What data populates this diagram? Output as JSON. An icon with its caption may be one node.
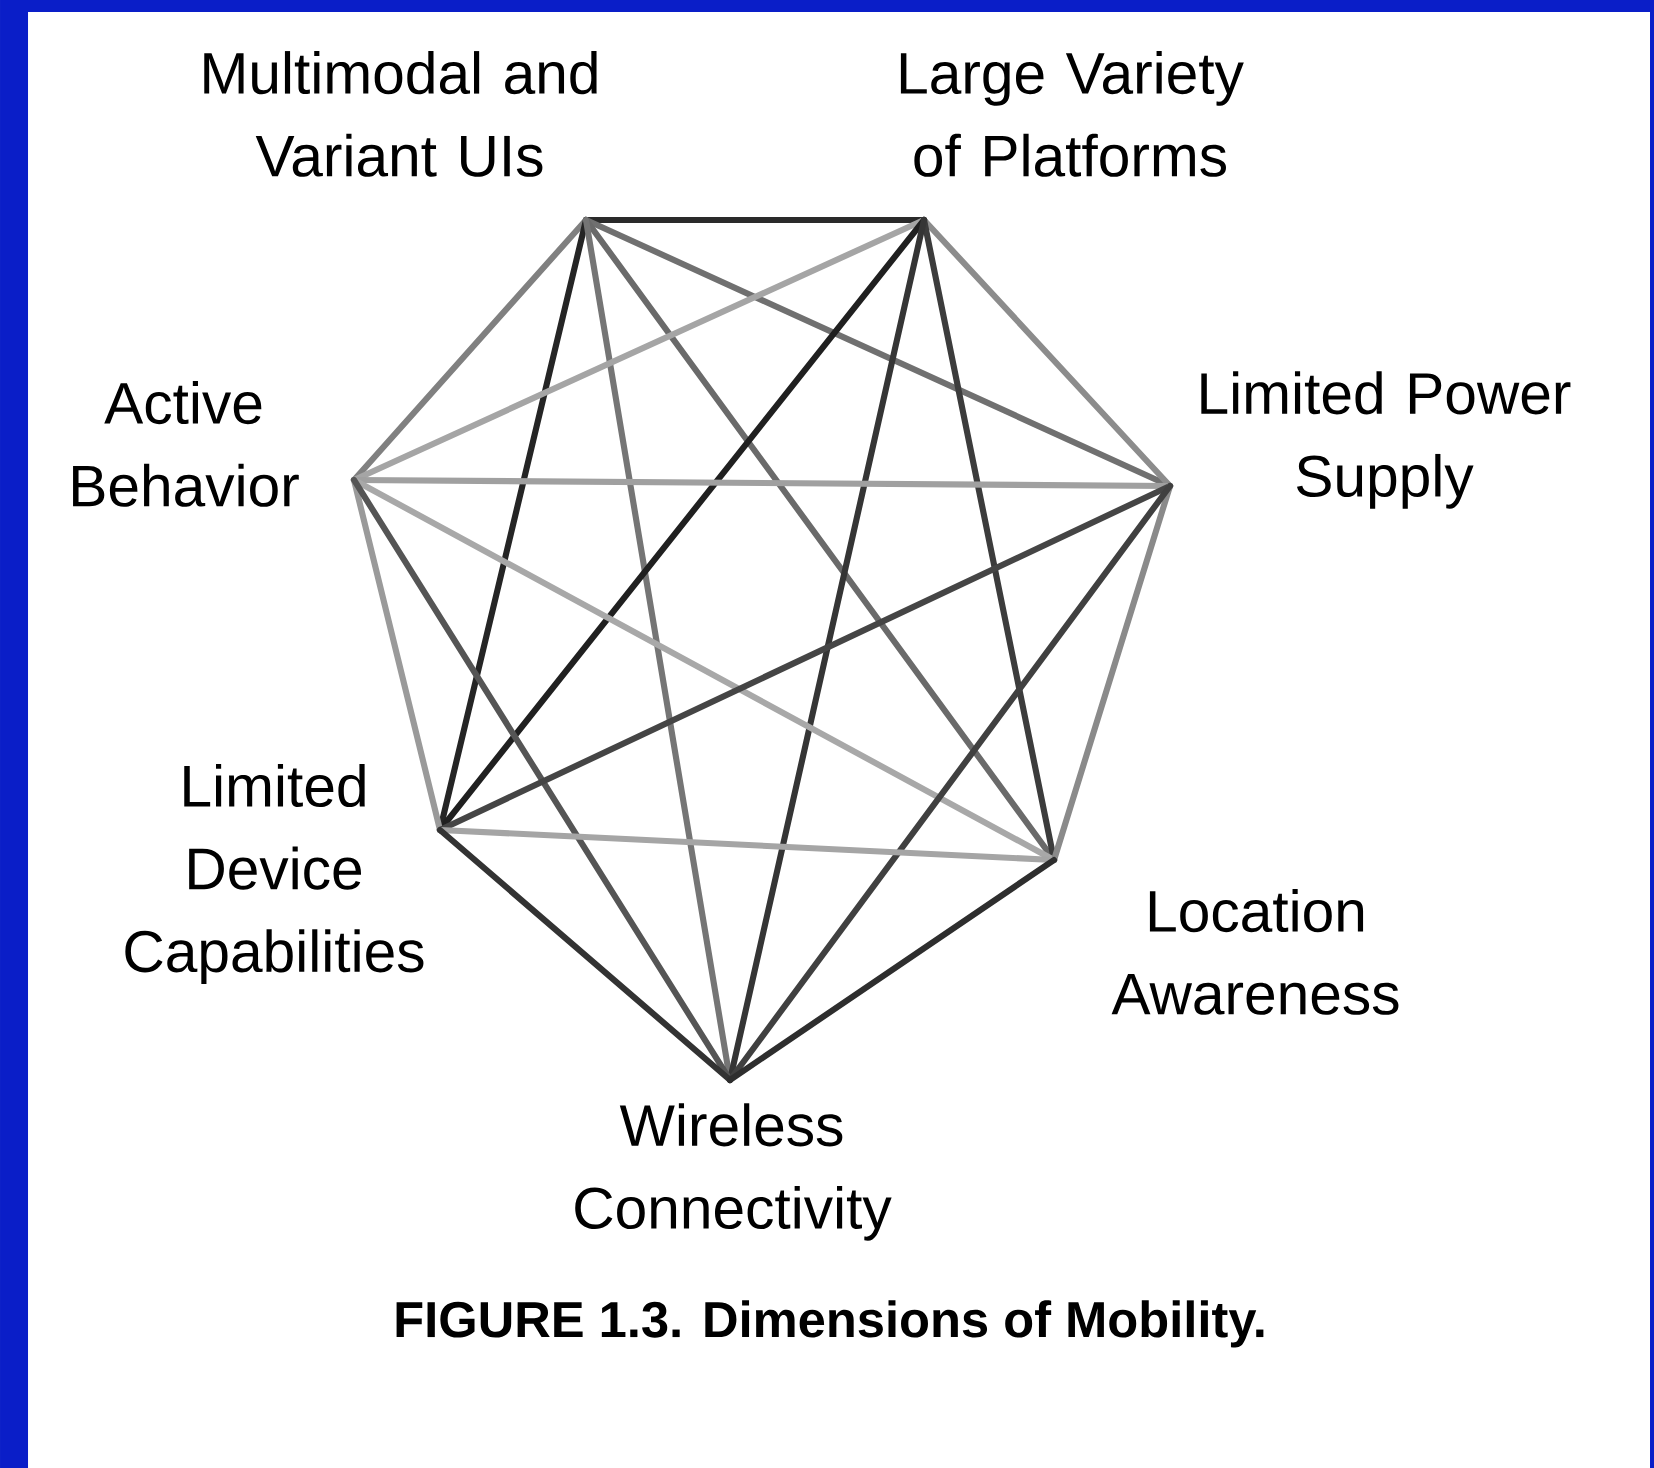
{
  "diagram": {
    "caption": "FIGURE 1.3. Dimensions of Mobility.",
    "nodes": [
      {
        "text": [
          "Multimodal and Variant UIs"
        ]
      },
      {
        "text": [
          "Large Variety of Platforms"
        ]
      },
      {
        "text": [
          "Active Behavior"
        ]
      },
      {
        "text": [
          "Limited Power Supply"
        ]
      },
      {
        "text": [
          "Limited Device Capabilities"
        ]
      },
      {
        "text": [
          "Location Awareness"
        ]
      },
      {
        "text": [
          "Wireless Connectivity"
        ]
      }
    ],
    "edges": [
      {
        "from": 0,
        "to": 1,
        "arrow": "none",
        "color": "#2a2a2a"
      },
      {
        "from": 0,
        "to": 2,
        "arrow": "none",
        "color": "#808080"
      },
      {
        "from": 0,
        "to": 3,
        "arrow": "none",
        "color": "#707070"
      },
      {
        "from": 0,
        "to": 4,
        "arrow": "none",
        "color": "#252525"
      },
      {
        "from": 0,
        "to": 5,
        "arrow": "none",
        "color": "#6a6a6a"
      },
      {
        "from": 0,
        "to": 6,
        "arrow": "none",
        "color": "#757575"
      },
      {
        "from": 1,
        "to": 2,
        "arrow": "none",
        "color": "#a5a5a5"
      },
      {
        "from": 1,
        "to": 3,
        "arrow": "none",
        "color": "#8c8c8c"
      },
      {
        "from": 1,
        "to": 4,
        "arrow": "none",
        "color": "#202020"
      },
      {
        "from": 1,
        "to": 5,
        "arrow": "none",
        "color": "#3c3c3c"
      },
      {
        "from": 1,
        "to": 6,
        "arrow": "none",
        "color": "#353535"
      },
      {
        "from": 2,
        "to": 3,
        "arrow": "none",
        "color": "#a0a0a0"
      },
      {
        "from": 2,
        "to": 4,
        "arrow": "none",
        "color": "#9a9a9a"
      },
      {
        "from": 2,
        "to": 5,
        "arrow": "none",
        "color": "#a8a8a8"
      },
      {
        "from": 2,
        "to": 6,
        "arrow": "none",
        "color": "#555555"
      },
      {
        "from": 3,
        "to": 4,
        "arrow": "none",
        "color": "#454545"
      },
      {
        "from": 3,
        "to": 5,
        "arrow": "none",
        "color": "#8a8a8a"
      },
      {
        "from": 3,
        "to": 6,
        "arrow": "none",
        "color": "#404040"
      },
      {
        "from": 4,
        "to": 5,
        "arrow": "none",
        "color": "#a5a5a5"
      },
      {
        "from": 4,
        "to": 6,
        "arrow": "none",
        "color": "#333333"
      },
      {
        "from": 5,
        "to": 6,
        "arrow": "none",
        "color": "#2e2e2e"
      }
    ]
  }
}
